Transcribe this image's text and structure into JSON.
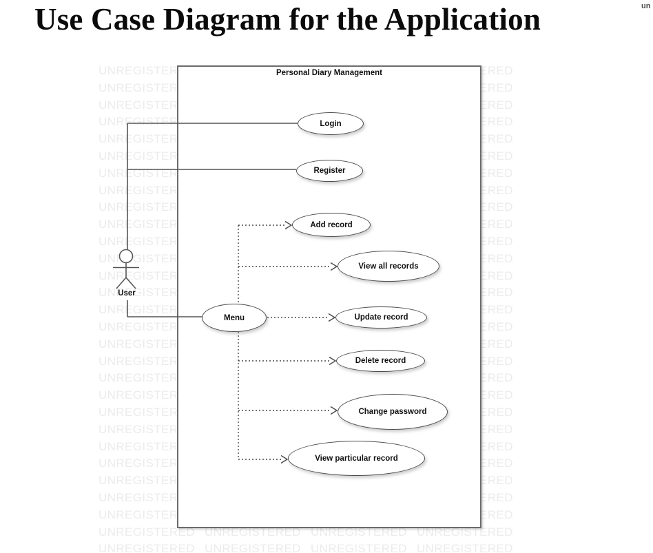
{
  "page": {
    "title": "Use Case Diagram for the Application",
    "corner_fragment": "un"
  },
  "watermark": {
    "text": "UNREGISTERED UNREGISTERED UNREGISTERED UNREGISTERED",
    "rows": 29,
    "color": "#ebebeb"
  },
  "diagram": {
    "system": {
      "label": "Personal Diary Management"
    },
    "actor": {
      "label": "User"
    },
    "usecases": [
      {
        "id": "login",
        "label": "Login"
      },
      {
        "id": "register",
        "label": "Register"
      },
      {
        "id": "add-record",
        "label": "Add record"
      },
      {
        "id": "view-all-records",
        "label": "View all records"
      },
      {
        "id": "menu",
        "label": "Menu"
      },
      {
        "id": "update-record",
        "label": "Update record"
      },
      {
        "id": "delete-record",
        "label": "Delete record"
      },
      {
        "id": "change-password",
        "label": "Change password"
      },
      {
        "id": "view-particular-record",
        "label": "View particular record"
      }
    ],
    "colors": {
      "solid_line": "#555555",
      "dotted_line": "#474747",
      "ellipse_border": "#4d4d4d",
      "boundary_border": "#6c6c6c",
      "text": "#111111"
    }
  }
}
